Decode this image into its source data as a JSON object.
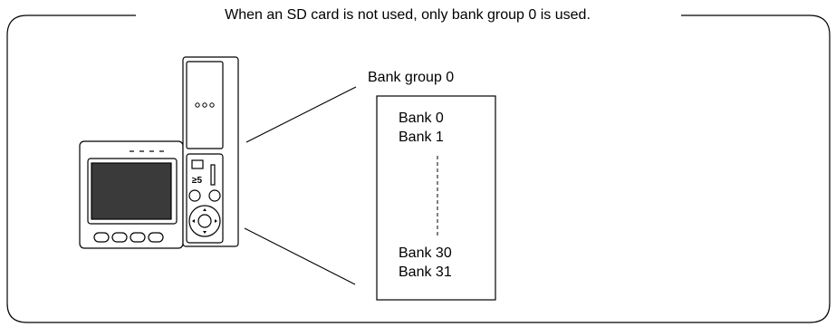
{
  "caption": "When an SD card is not used, only bank group 0 is used.",
  "bank_group_label": "Bank group 0",
  "banks": [
    "Bank 0",
    "Bank 1",
    "Bank 30",
    "Bank 31"
  ],
  "device": {
    "type": "controller-with-sd-slot",
    "icon": "sd-card-icon"
  }
}
